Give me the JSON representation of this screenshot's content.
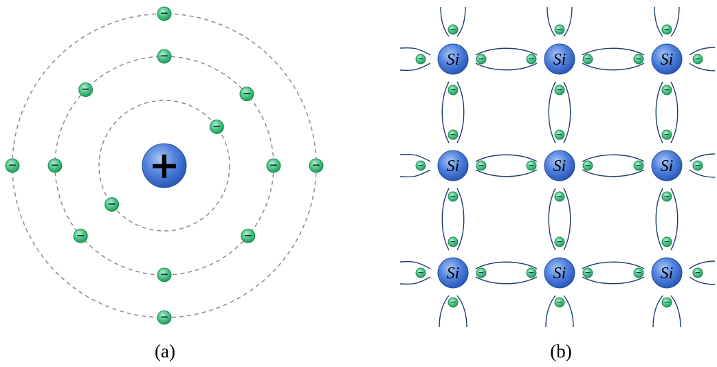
{
  "panel_a": {
    "caption": "(a)",
    "nucleus_sign": "+",
    "electron_sign": "−",
    "shells": [
      {
        "electron_count": 2
      },
      {
        "electron_count": 8
      },
      {
        "electron_count": 4
      }
    ]
  },
  "panel_b": {
    "caption": "(b)",
    "atom_label": "Si",
    "electron_sign": "−",
    "lattice": {
      "rows": 3,
      "columns": 3
    }
  },
  "colors": {
    "nucleus_blue": "#3f72d6",
    "electron_green": "#3fbf7c",
    "orbit_gray": "#8a8a8a",
    "bond_line": "#1f3b6b"
  }
}
